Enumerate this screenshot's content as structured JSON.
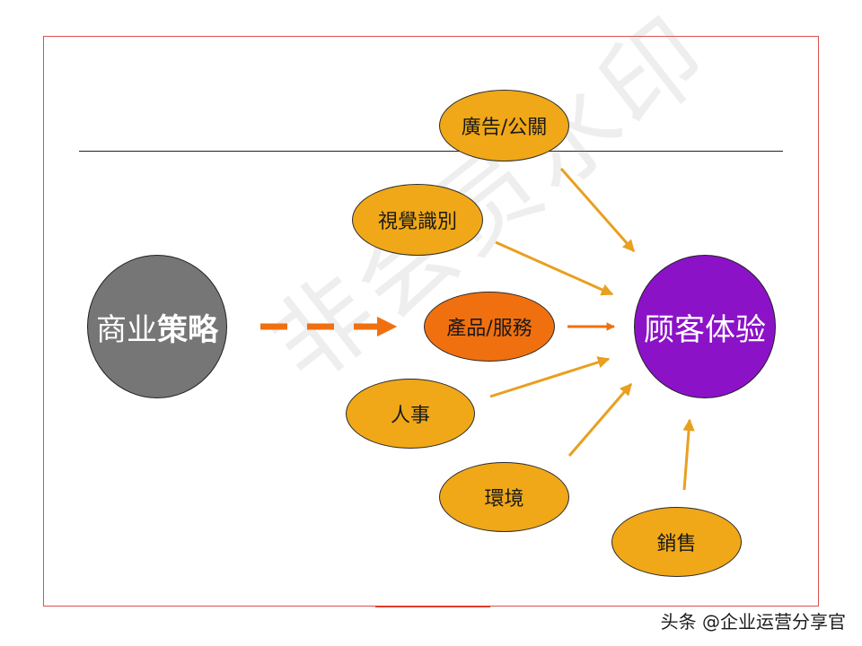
{
  "diagram": {
    "nodes": {
      "strategy": {
        "part1": "商业",
        "part2": "策略"
      },
      "experience": "顾客体验",
      "product": "產品/服務",
      "ads": "廣告/公關",
      "visual": "視覺識別",
      "people": "人事",
      "environment": "環境",
      "sales": "銷售"
    },
    "colors": {
      "strategy_fill": "#767676",
      "experience_fill": "#8c12c8",
      "product_fill": "#f07010",
      "touchpoint_fill": "#f0a818",
      "arrow": "#e8a020",
      "dashed_arrow": "#f07010"
    }
  },
  "watermark": "非会员水印",
  "footer": {
    "credit": "头条 @企业运营分享官"
  }
}
